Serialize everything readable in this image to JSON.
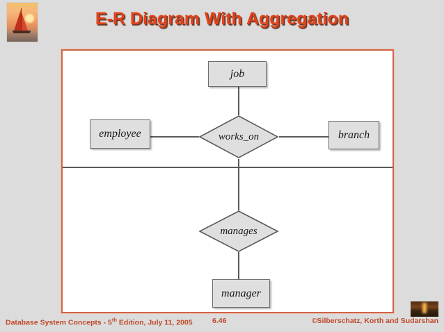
{
  "slide": {
    "title": "E-R Diagram With Aggregation",
    "background_color": "#dcdcdc",
    "title_color": "#e2431a",
    "frame_border_color": "#cf6548"
  },
  "logo": {
    "name": "sailboat-sunset-thumbnail"
  },
  "diagram": {
    "entities": [
      {
        "id": "job",
        "label": "job"
      },
      {
        "id": "employee",
        "label": "employee"
      },
      {
        "id": "branch",
        "label": "branch"
      },
      {
        "id": "manager",
        "label": "manager"
      }
    ],
    "relationships": [
      {
        "id": "works_on",
        "label": "works_on"
      },
      {
        "id": "manages",
        "label": "manages"
      }
    ],
    "edges": [
      {
        "from": "job",
        "to": "works_on"
      },
      {
        "from": "employee",
        "to": "works_on"
      },
      {
        "from": "works_on",
        "to": "branch"
      },
      {
        "from": "works_on",
        "to": "manages"
      },
      {
        "from": "manages",
        "to": "manager"
      }
    ],
    "aggregation_boundary": {
      "name": "aggregation-boundary",
      "encloses": [
        "employee",
        "job",
        "branch",
        "works_on"
      ]
    },
    "shape_fill": "#dfdfdf",
    "shape_stroke": "#6e6e6e"
  },
  "footer": {
    "source_prefix": "Database System Concepts - 5",
    "source_superscript": "th",
    "source_suffix": " Edition, July 11, 2005",
    "page_number": "6.46",
    "copyright": "©Silberschatz, Korth and Sudarshan",
    "color": "#c0492a"
  }
}
